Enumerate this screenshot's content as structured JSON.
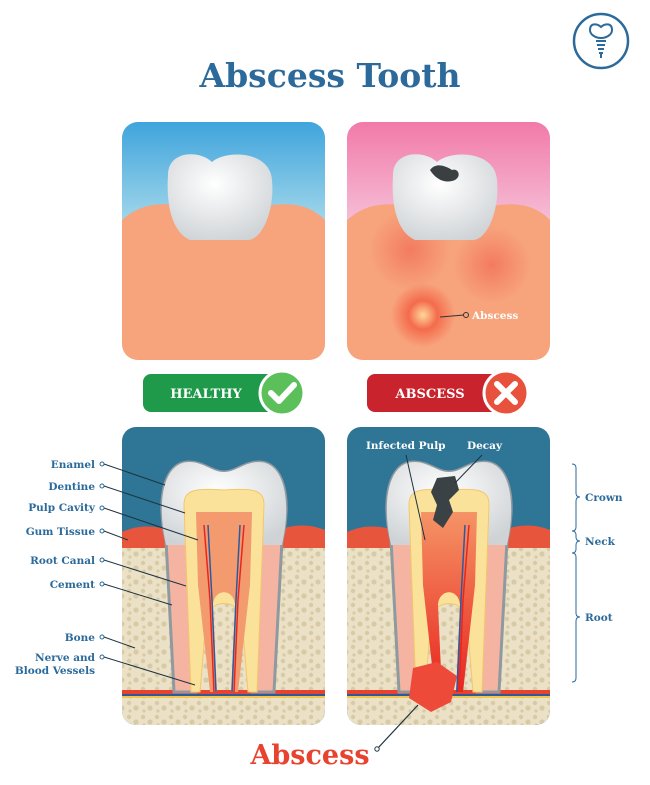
{
  "title": "Abscess Tooth",
  "logo": {
    "icon": "tooth-implant-icon"
  },
  "top_panels": {
    "abscess_marker_label": "Abscess"
  },
  "badges": {
    "healthy": {
      "label": "HEALTHY",
      "icon": "check-icon",
      "color": "#1e9a4a"
    },
    "abscess": {
      "label": "ABSCESS",
      "icon": "cross-icon",
      "color": "#c9232e"
    }
  },
  "healthy_labels": [
    "Enamel",
    "Dentine",
    "Pulp Cavity",
    "Gum Tissue",
    "Root Canal",
    "Cement",
    "Bone",
    "Nerve and",
    "Blood Vessels"
  ],
  "abscess_labels": {
    "infected_pulp": "Infected Pulp",
    "decay": "Decay"
  },
  "regions": {
    "crown": "Crown",
    "neck": "Neck",
    "root": "Root"
  },
  "bottom_label": "Abscess",
  "colors": {
    "title": "#2b6a9a",
    "panel_bg": "#2f7596",
    "abscess_red": "#e8432f"
  }
}
